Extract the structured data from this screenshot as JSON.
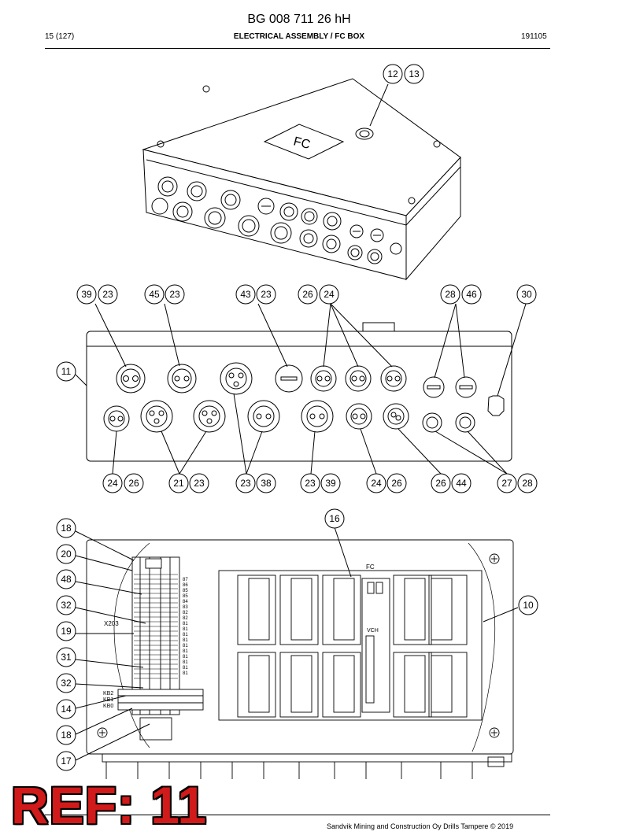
{
  "header": {
    "doc_title": "BG 008 711 26 hH",
    "page_number": "15 (127)",
    "section_title": "ELECTRICAL ASSEMBLY / FC BOX",
    "doc_date": "191105"
  },
  "drawing": {
    "lid_label": "FC",
    "panel_label": "FC",
    "x203_label": "X203",
    "vch_label": "VCH",
    "kb_labels": [
      "KB2",
      "KB1",
      "KB0"
    ],
    "terminal_numbers": [
      "87",
      "86",
      "85",
      "85",
      "84",
      "83",
      "82",
      "82",
      "81",
      "81",
      "81",
      "81",
      "81",
      "81",
      "81",
      "81",
      "81",
      "81"
    ],
    "callouts_top": [
      "12",
      "13"
    ],
    "callouts_front_top": [
      "39",
      "23",
      "45",
      "23",
      "43",
      "23",
      "26",
      "24",
      "28",
      "46",
      "30",
      "11"
    ],
    "callouts_front_bottom": [
      "24",
      "26",
      "21",
      "23",
      "23",
      "38",
      "23",
      "39",
      "24",
      "26",
      "26",
      "44",
      "27",
      "28"
    ],
    "callouts_inside": [
      "16",
      "10",
      "18",
      "20",
      "48",
      "32",
      "19",
      "31",
      "32",
      "14",
      "18",
      "17"
    ]
  },
  "footer": {
    "ref_stamp": "REF: 11",
    "copyright": "Sandvik Mining and Construction Oy Drills Tampere © 2019"
  },
  "colors": {
    "ref_stamp": "#d11a1a",
    "line": "#000000"
  }
}
